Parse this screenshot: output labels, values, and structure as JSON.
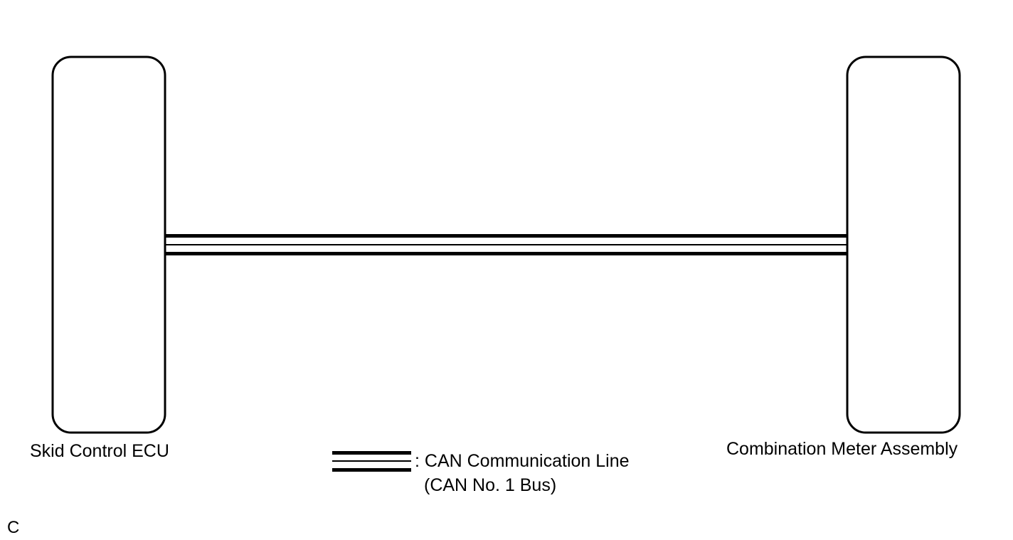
{
  "components": {
    "left": {
      "label": "Skid Control ECU"
    },
    "right": {
      "label": "Combination Meter Assembly"
    }
  },
  "legend": {
    "line1": ": CAN Communication Line",
    "line2": "(CAN No. 1 Bus)"
  },
  "corner_code": "C",
  "colors": {
    "stroke": "#000000",
    "background": "#ffffff"
  }
}
